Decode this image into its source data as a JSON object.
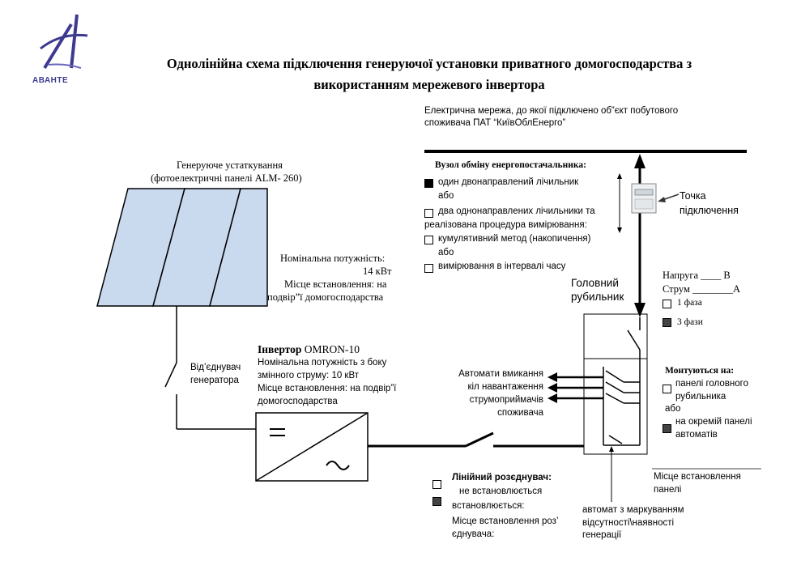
{
  "logo": {
    "text": "АВАНТЕ"
  },
  "title": {
    "line1": "Однолінійна схема підключення генеруючої установки приватного домогосподарства з",
    "line2": "використанням мережевого інвертора"
  },
  "grid": {
    "line1": "Електрична мережа, до якої підключено об”єкт побутового",
    "line2": "споживача ПАТ “КиївОблЕнерго”"
  },
  "exchange_node": {
    "heading": "Вузол обміну енергопостачальника:",
    "opt1": "один двонаправлений лічильник",
    "or1": "або",
    "opt2": "два однонаправлених лічильники та",
    "opt2b": "реалізована процедура вимірювання:",
    "opt3": "кумулятивний метод (накопичення)",
    "or2": "або",
    "opt4": "вимірювання в інтервалі часу"
  },
  "connection_point": {
    "line1": "Точка",
    "line2": "підключення"
  },
  "generator": {
    "line1": "Генеруюче устаткування",
    "line2": "(фотоелектричні панелі   ALM- 260)",
    "power_label": "Номінальна потужність:",
    "power_value": "14 кВт",
    "place1": "Місце встановлення: на",
    "place2": "подвір”ї домогосподарства"
  },
  "generator_switch": {
    "line1": "Від’єднувач",
    "line2": "генератора"
  },
  "inverter": {
    "name_bold": "Інвертор",
    "model": " OMRON-10",
    "power1": "Номінальна потужність з боку",
    "power2": "змінного струму: 10  кВт",
    "place1": "Місце встановлення: на подвір”ї",
    "place2": "домогосподарства"
  },
  "main_switch": {
    "line1": "Головний",
    "line2": "рубильник"
  },
  "params": {
    "voltage": "Напруга  ____ В",
    "current": "Струм  ________А",
    "phase1": "1 фаза",
    "phase3": "3 фази"
  },
  "breakers": {
    "line1": "Автомати вмикання",
    "line2": "кіл навантаження",
    "line3": "струмоприймачів",
    "line4": "споживача"
  },
  "mounted": {
    "heading": "Монтуються на:",
    "opt1a": "панелі головного",
    "opt1b": "рубильника",
    "or": "або",
    "opt2a": "на окремій панелі",
    "opt2b": "автоматів"
  },
  "panel_place": {
    "line1": "Місце встановлення",
    "line2": "панелі"
  },
  "line_disconnector": {
    "heading": "Лінійний розєднувач:",
    "opt1": "не встановлюється",
    "opt2": "встановлюється:",
    "place1": "Місце встановлення роз’",
    "place2": "єднувача:"
  },
  "marker_breaker": {
    "line1": "автомат з маркуванням",
    "line2": "відсутності\\наявності",
    "line3": "генерації"
  },
  "colors": {
    "panel_fill": "#c9d9ee",
    "logo": "#3d3a8f"
  }
}
